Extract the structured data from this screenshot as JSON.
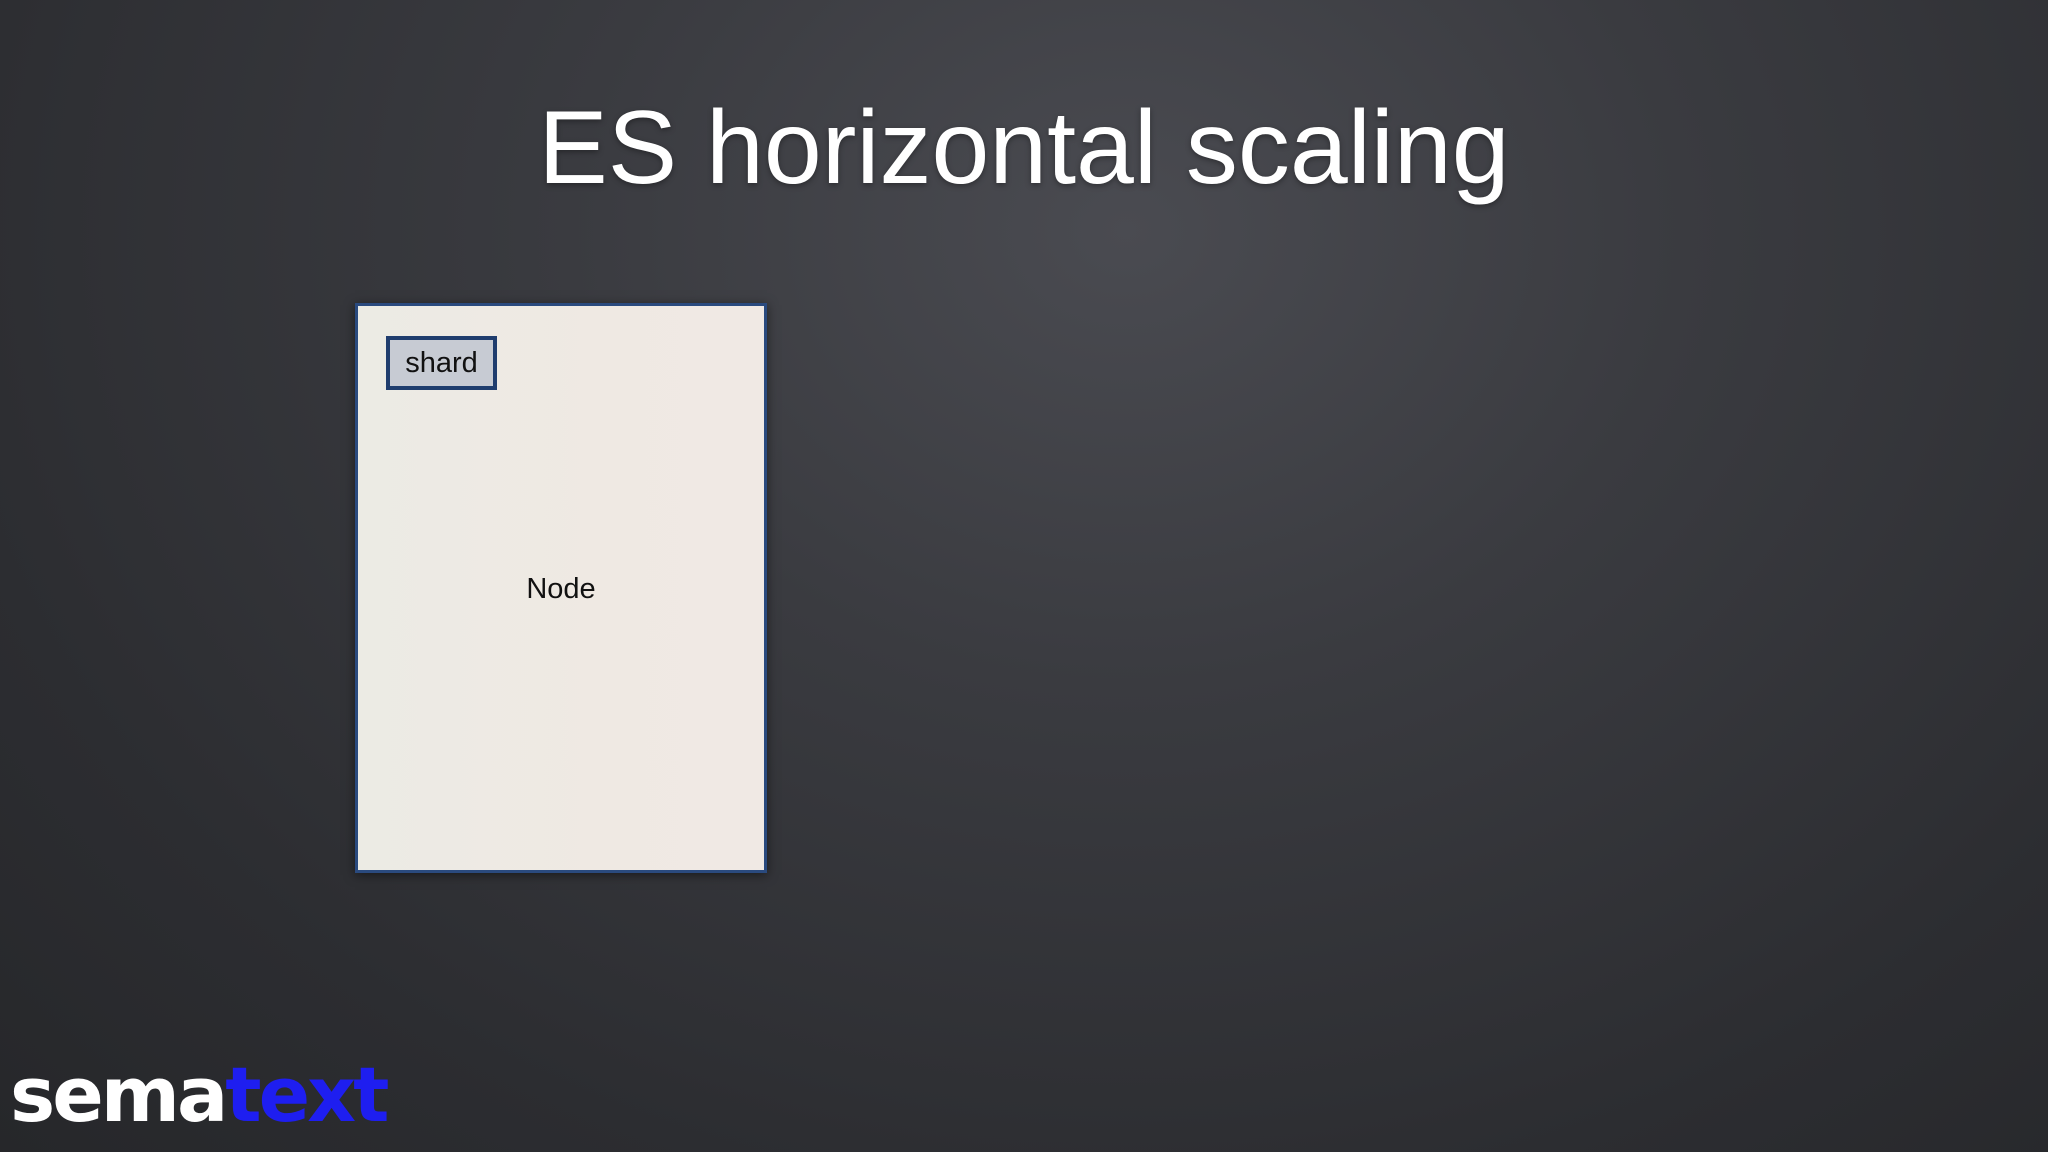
{
  "slide": {
    "title": "ES horizontal scaling"
  },
  "diagram": {
    "node_label": "Node",
    "shard_label": "shard"
  },
  "logo": {
    "part1": "sema",
    "part2": "text",
    "colors": {
      "part1": "#ffffff",
      "part2": "#1e1ef0"
    }
  },
  "colors": {
    "background": "#333438",
    "node_fill": "#efeae4",
    "node_border": "#2a4a7e",
    "shard_fill": "#c7cbd3",
    "shard_border": "#1f3d6e"
  }
}
